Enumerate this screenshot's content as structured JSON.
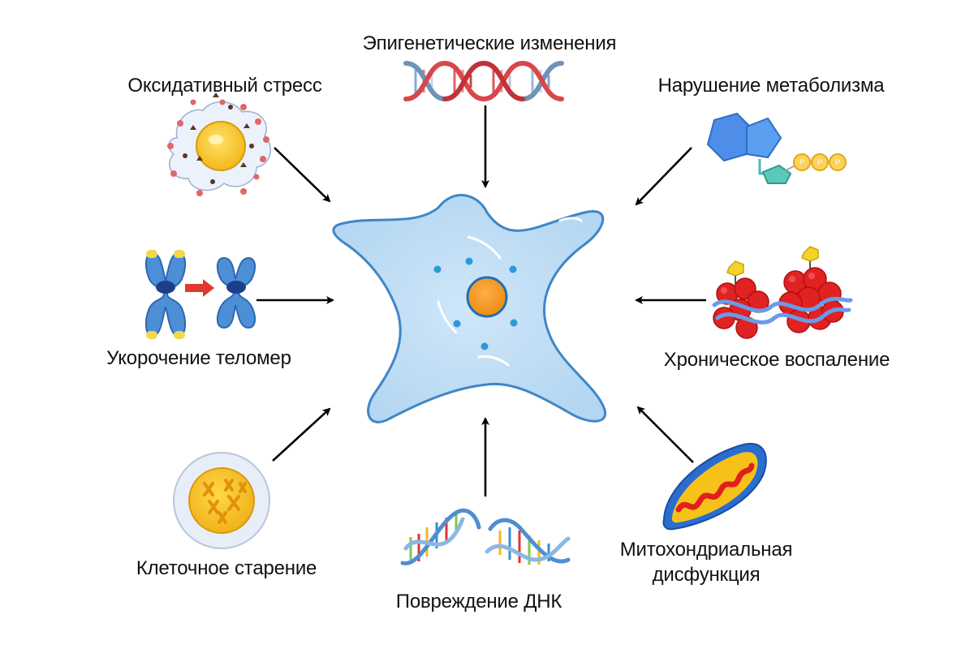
{
  "labels": {
    "epigenetic": "Эпигенетические изменения",
    "oxidative": "Оксидативный стресс",
    "metabolism": "Нарушение метаболизма",
    "telomeres": "Укорочение теломер",
    "inflammation": "Хроническое воспаление",
    "senescence": "Клеточное старение",
    "dna_damage": "Повреждение ДНК",
    "mito_line1": "Митохондриальная",
    "mito_line2": "дисфункция"
  },
  "colors": {
    "cell_fill": "#bcdcf5",
    "cell_stroke": "#3f86c6",
    "nucleus": "#f7931e",
    "arrow": "#000000"
  }
}
